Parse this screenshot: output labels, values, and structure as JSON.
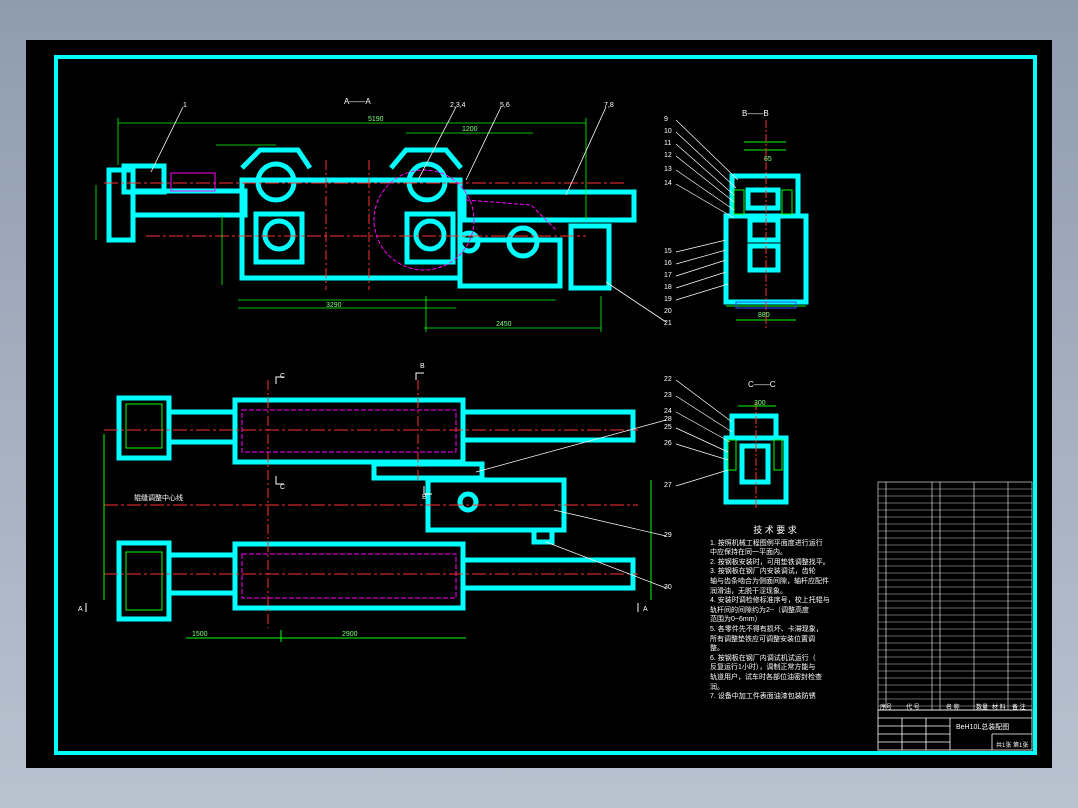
{
  "section_labels": {
    "aa": "A——A",
    "bb": "B——B",
    "cc": "C——C",
    "b_top": "B",
    "b_mid": "B",
    "c_top": "C",
    "c_bot": "C",
    "a_left": "A",
    "a_right": "A"
  },
  "callouts": {
    "top": [
      "1",
      "2,3,4",
      "5,6",
      "7,8"
    ],
    "bb_left": [
      "9",
      "10",
      "11",
      "12",
      "13",
      "14",
      "15",
      "16",
      "17",
      "18",
      "19",
      "20",
      "21"
    ],
    "cc_left": [
      "22",
      "23",
      "24",
      "25",
      "26",
      "27"
    ],
    "plan_right": [
      "28",
      "29",
      "30"
    ]
  },
  "dimensions": {
    "top_overall": "5190",
    "top_mid": "1200",
    "bottom_a": "3290",
    "bottom_b": "2450",
    "plan_a": "1500",
    "plan_b": "2900",
    "bb_width": "880",
    "bb_top": "65",
    "cc_top": "300"
  },
  "plan_note": "辊缝调整中心线",
  "tech": {
    "title": "技 术 要 求",
    "items": [
      "1. 按照机械工程图例平面度进行运行",
      "   中应保持在同一平面内。",
      "2. 按钢板安装时，可用垫铁调整找平。",
      "3. 按钢板在钢厂内安装调试，齿轮",
      "   轴与齿条啮合为侧面间隙，轴杆应配件",
      "   润滑油，无脱干涩现象。",
      "4. 安装时调检修标准序号，校上托辊与",
      "   轨杆间的间隙约为2~（调整高度",
      "   范围为0~6mm）",
      "5. 各零件先不得有损坏、卡滞现象，",
      "   所有调整垫铁应可调整安装位置调",
      "   整。",
      "6. 按钢板在钢厂内调试机试运行（",
      "   反复运行1小时），调制正常方能与",
      "   轨道用户，试车时各部位油密封检查",
      "   润。",
      "7. 设备中加工件表面油漆包装防锈"
    ]
  },
  "title_block": {
    "drawing_name": "BeH10L总装配图",
    "sheet": "共1张 第1张",
    "footer_left": "序号",
    "footer_cols": [
      "代 号",
      "名 称",
      "数量",
      "材 料",
      "备 注"
    ]
  },
  "colors": {
    "frame": "#00ffff",
    "part": "#00ffff",
    "dim": "#00ff00",
    "center": "#ff3030",
    "hidden": "#ff00ff",
    "blue": "#4040ff",
    "text": "#ffffff"
  }
}
